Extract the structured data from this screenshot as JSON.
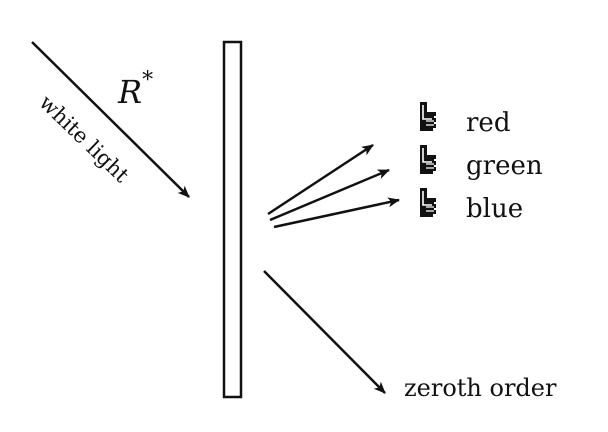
{
  "labels": {
    "incident_symbol": "R",
    "incident_superscript": "*",
    "incident_beam": "white light",
    "color_red": "red",
    "color_green": "green",
    "color_blue": "blue",
    "zeroth_order": "zeroth order"
  },
  "icons": {
    "color_marker": "hand-pointer-icon"
  },
  "colors": {
    "ink": "#111111",
    "background": "#ffffff"
  }
}
